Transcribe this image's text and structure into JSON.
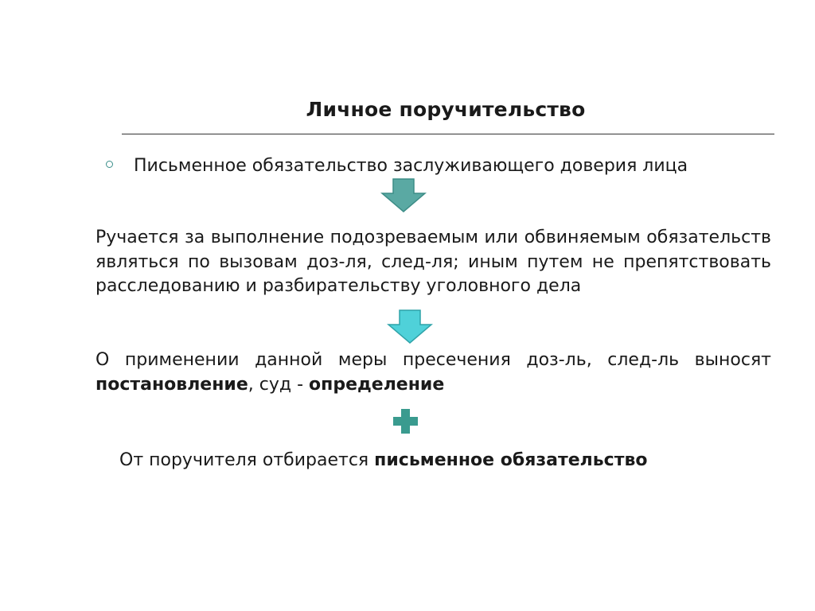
{
  "title": "Личное поручительство",
  "bullet": {
    "text": "Письменное обязательство заслуживающего доверия лица"
  },
  "paragraph1": {
    "text": "Ручается за выполнение подозреваемым или обвиняемым обязательств являться по вызовам доз-ля, след-ля; иным путем не препятствовать расследованию и разбирательству уголовного дела"
  },
  "paragraph2": {
    "part1": "О применении данной меры пресечения доз-ль, след-ль выносят ",
    "bold1": "постановление",
    "part2": ", суд - ",
    "bold2": "определение"
  },
  "final": {
    "part1": "От поручителя отбирается ",
    "bold": "письменное обязательство"
  },
  "icons": {
    "arrow1": "down-arrow-icon",
    "arrow2": "down-arrow-icon",
    "plus": "plus-icon"
  },
  "colors": {
    "arrow1_fill": "#5aa9a3",
    "arrow1_stroke": "#3d8d87",
    "arrow2_fill": "#4fd1d9",
    "arrow2_stroke": "#2fa3a9",
    "plus_fill": "#3a9b8f",
    "bullet_color": "#3a8f8a"
  }
}
